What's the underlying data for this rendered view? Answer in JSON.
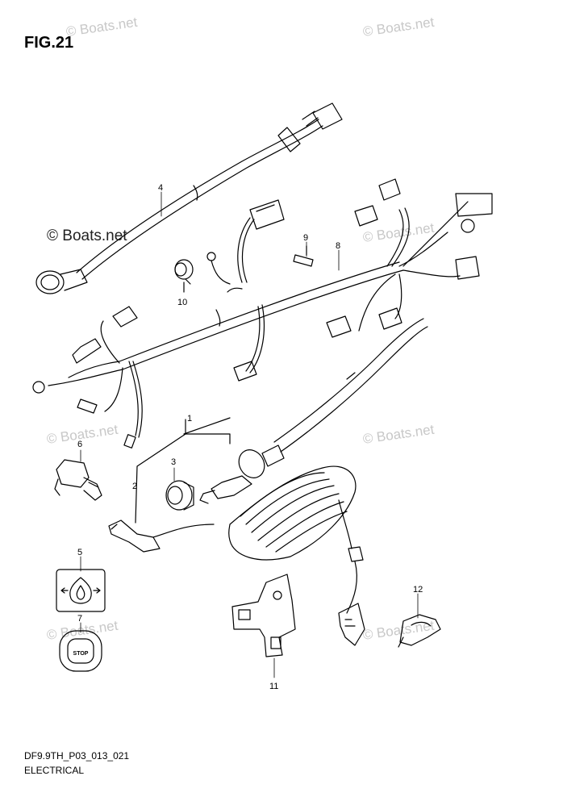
{
  "figure": {
    "title": "FIG.21",
    "code": "DF9.9TH_P03_013_021",
    "caption": "ELECTRICAL"
  },
  "watermarks": {
    "text": "© Boats.net",
    "dark_text": "© Boats.net"
  },
  "callouts": {
    "c1": "1",
    "c2": "2",
    "c3": "3",
    "c4": "4",
    "c5": "5",
    "c6": "6",
    "c7": "7",
    "c8": "8",
    "c9": "9",
    "c10": "10",
    "c11": "11",
    "c12": "12"
  },
  "stop_label": "STOP",
  "colors": {
    "line": "#000000",
    "watermark": "#c8c8c8"
  }
}
